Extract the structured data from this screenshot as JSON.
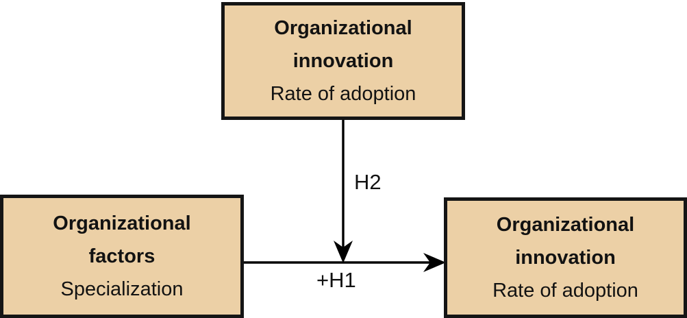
{
  "diagram": {
    "background_color": "#ffffff",
    "box_fill_color": "#ecd0a6",
    "box_border_color": "#151515",
    "arrow_color": "#000000",
    "text_color": "#121212",
    "boxes": {
      "top": {
        "line1": "Organizational",
        "line2": "innovation",
        "line3": "Rate of adoption"
      },
      "left": {
        "line1": "Organizational",
        "line2": "factors",
        "line3": "Specialization"
      },
      "right": {
        "line1": "Organizational",
        "line2": "innovation",
        "line3": "Rate of adoption"
      }
    },
    "edge_labels": {
      "vertical": "H2",
      "horizontal": "+H1"
    }
  }
}
